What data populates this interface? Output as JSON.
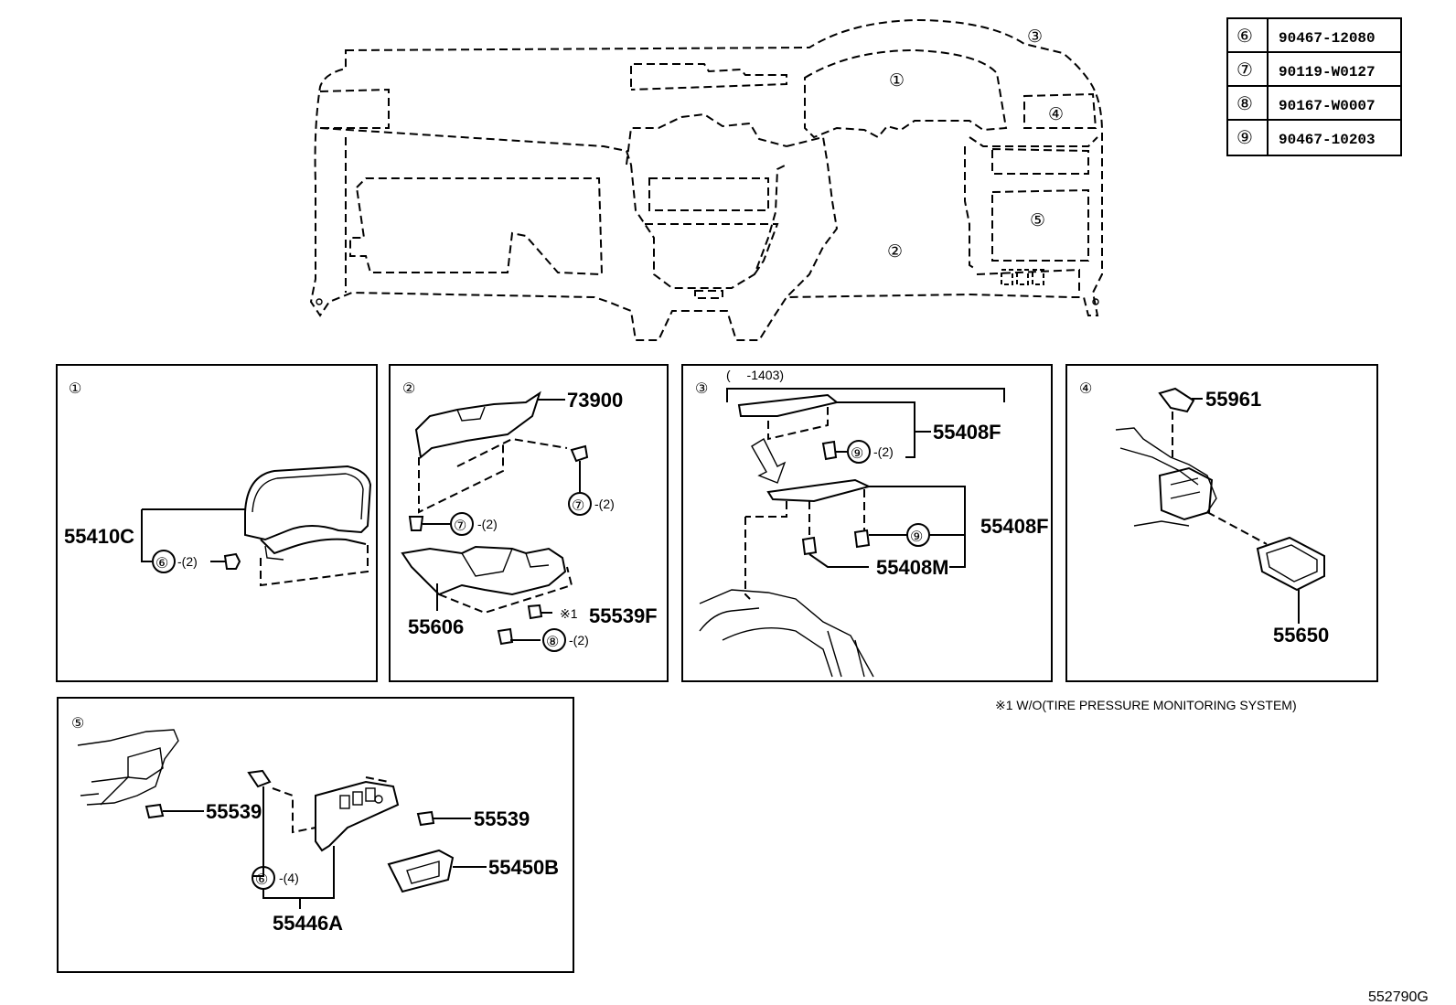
{
  "diagram_id": "552790G",
  "callouts": [
    "①",
    "②",
    "③",
    "④",
    "⑤",
    "⑥",
    "⑦",
    "⑧",
    "⑨"
  ],
  "legend_table": [
    {
      "key": "⑥",
      "part": "90467-12080"
    },
    {
      "key": "⑦",
      "part": "90119-W0127"
    },
    {
      "key": "⑧",
      "part": "90167-W0007"
    },
    {
      "key": "⑨",
      "part": "90467-10203"
    }
  ],
  "panels": {
    "p1": {
      "part": "55410C",
      "qty": "-(2)"
    },
    "p2": {
      "parts": [
        "73900",
        "55606",
        "55539F"
      ],
      "qty7a": "-(2)",
      "qty7b": "-(2)",
      "qty8": "-(2)",
      "note_mark": "※1"
    },
    "p3": {
      "range": "(　 -1403)",
      "parts": [
        "55408F",
        "55408F",
        "55408M"
      ],
      "qty9": "-(2)"
    },
    "p4": {
      "parts": [
        "55961",
        "55650"
      ]
    },
    "p5": {
      "parts": [
        "55539",
        "55539",
        "55450B",
        "55446A"
      ],
      "qty6": "-(4)"
    }
  },
  "footnote": "※1 W/O(TIRE PRESSURE MONITORING SYSTEM)"
}
